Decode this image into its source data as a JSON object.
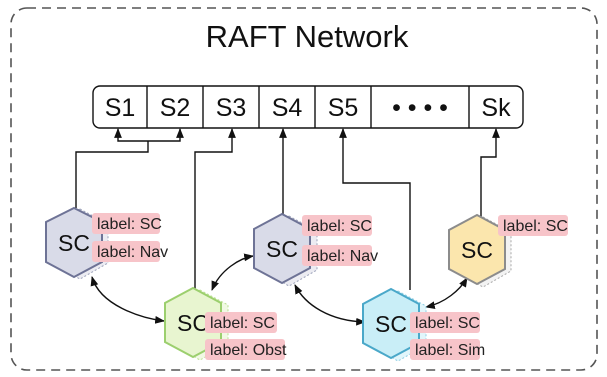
{
  "title": "RAFT Network",
  "ledger": {
    "slots": [
      "S1",
      "S2",
      "S3",
      "S4",
      "S5",
      "• • • •",
      "Sk"
    ]
  },
  "nodes": [
    {
      "name": "SC",
      "fill": "#d9dbe8",
      "stroke": "#6e7396",
      "labels": [
        "label: SC",
        "label: Nav"
      ]
    },
    {
      "name": "SC",
      "fill": "#e8f5d0",
      "stroke": "#9ccf6e",
      "labels": [
        "label: SC",
        "label: Obst"
      ]
    },
    {
      "name": "SC",
      "fill": "#d9dbe8",
      "stroke": "#6e7396",
      "labels": [
        "label: SC",
        "label: Nav"
      ]
    },
    {
      "name": "SC",
      "fill": "#c9eef7",
      "stroke": "#4aa8c9",
      "labels": [
        "label: SC",
        "label: Sim"
      ]
    },
    {
      "name": "SC",
      "fill": "#fbe6ad",
      "stroke": "#8c8c8c",
      "labels": [
        "label: SC"
      ]
    }
  ],
  "label_highlight": "#f7c4c9",
  "border_color": "#555555"
}
